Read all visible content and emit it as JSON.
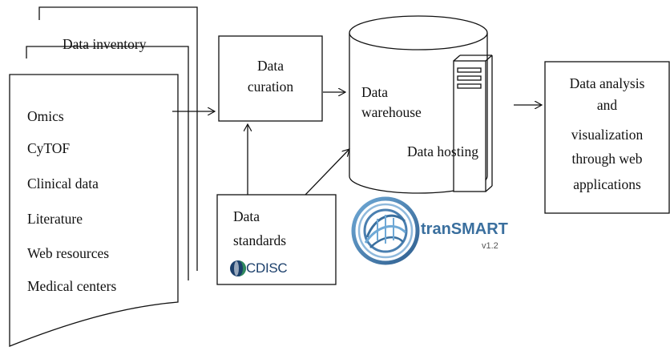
{
  "inventory": {
    "title": "Data inventory",
    "items": [
      "Omics",
      "CyTOF",
      "Clinical data",
      "Literature",
      "Web resources",
      "Medical centers"
    ]
  },
  "curation": {
    "line1": "Data",
    "line2": "curation"
  },
  "warehouse": {
    "line1": "Data",
    "line2": "warehouse",
    "hosting": "Data hosting"
  },
  "standards": {
    "line1": "Data",
    "line2": "standards"
  },
  "analysis": {
    "lines": [
      "Data analysis",
      "and",
      "visualization",
      "through web",
      "applications"
    ]
  },
  "logos": {
    "cdisc": {
      "text": "CDISC",
      "color": "#1b3f6b"
    },
    "transmart": {
      "text": "tranSMART",
      "version": "v1.2",
      "color": "#3a6f9e"
    }
  },
  "colors": {
    "stroke": "#111111"
  }
}
